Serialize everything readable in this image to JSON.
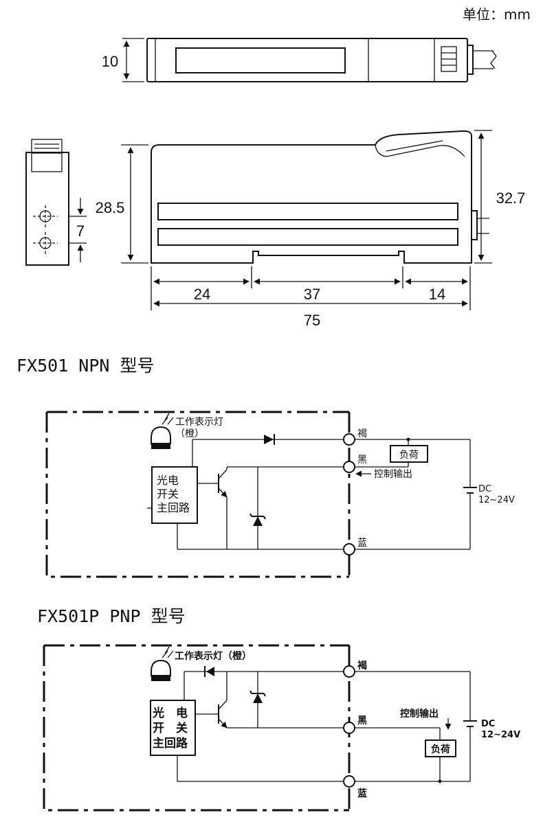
{
  "unit_label": "单位：mm",
  "dimensions": {
    "top_view_height": "10",
    "side_height": "28.5",
    "total_height": "32.7",
    "hole_spacing": "7",
    "seg_left": "24",
    "seg_mid": "37",
    "seg_right": "14",
    "total_length": "75"
  },
  "npn": {
    "title": "FX501  NPN 型号",
    "led_label_line1": "工作表示灯",
    "led_label_line2": "（橙）",
    "box_lines": [
      "光电",
      "开关",
      "主回路"
    ],
    "wire_brown": "褐",
    "wire_black": "黑",
    "wire_blue": "蓝",
    "load": "负荷",
    "control_output": "控制输出",
    "dc": "DC",
    "voltage": "12~24V"
  },
  "pnp": {
    "title": "FX501P  PNP 型号",
    "led_label": "工作表示灯（橙）",
    "box_lines": [
      "光　电",
      "开　关",
      "主回路"
    ],
    "wire_brown": "褐",
    "wire_black": "黑",
    "wire_blue": "蓝",
    "load": "负荷",
    "control_output": "控制输出",
    "dc": "DC",
    "voltage": "12~24V"
  }
}
